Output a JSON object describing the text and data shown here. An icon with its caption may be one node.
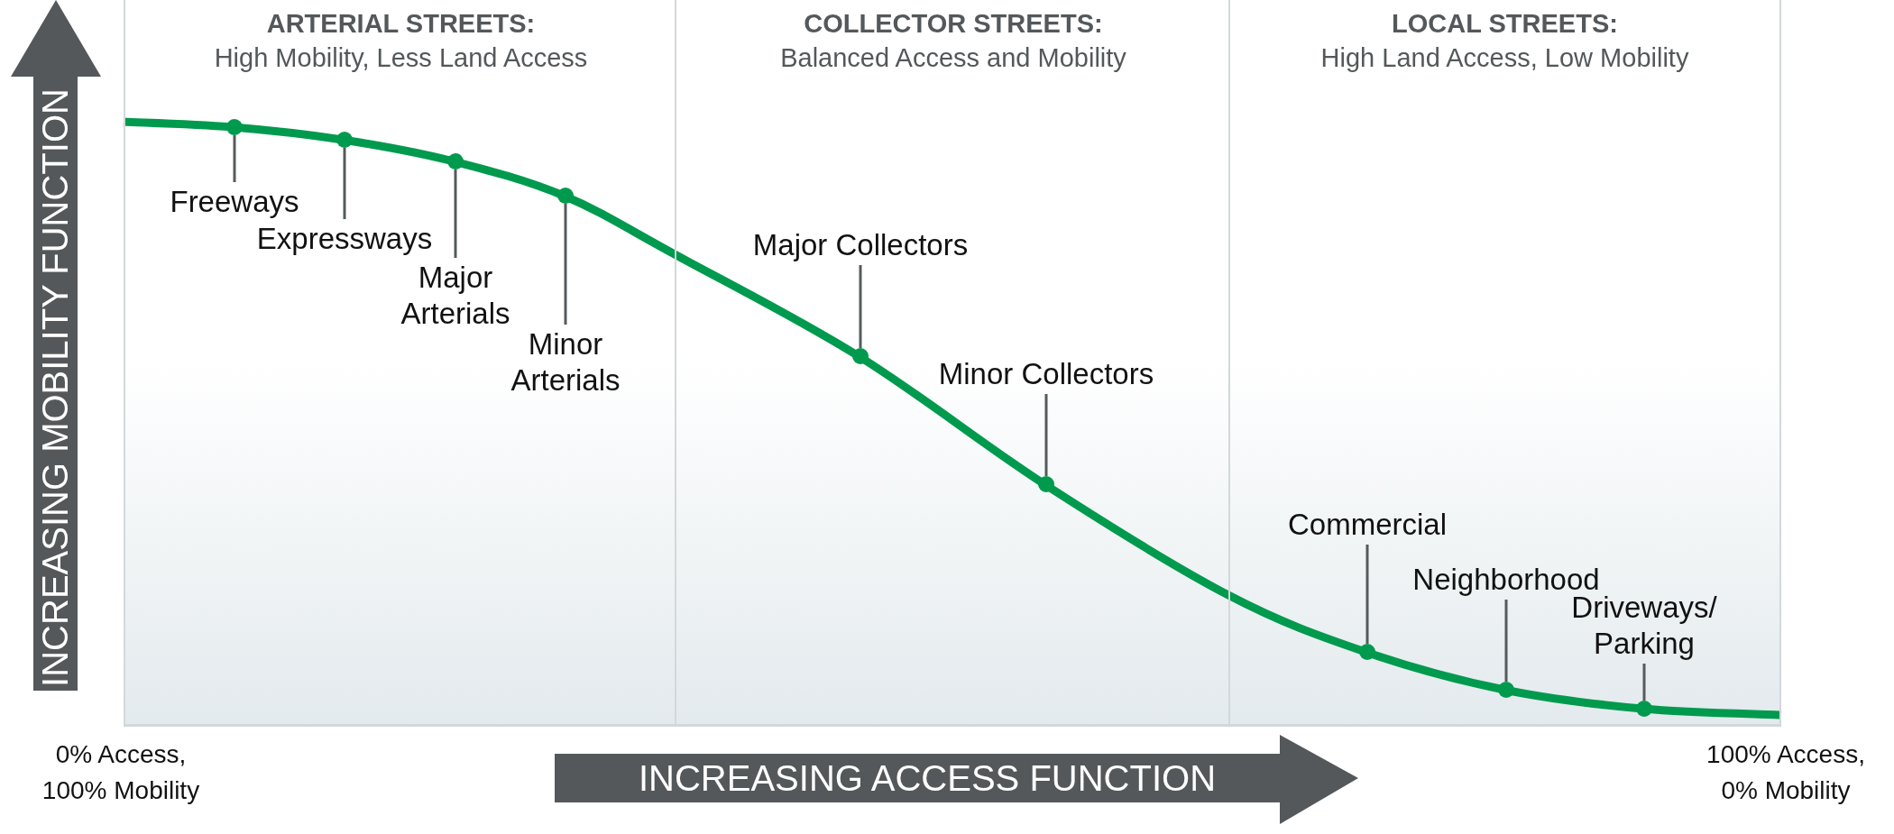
{
  "diagram": {
    "nodes": [
      {
        "text": [
          "ARTERIAL STREETS:",
          "High Mobility, Less Land Access"
        ]
      },
      {
        "text": [
          "Freeways"
        ],
        "in": 0
      },
      {
        "text": [],
        "shape": "circle",
        "in": 0
      },
      {
        "text": [
          "Expressways"
        ],
        "in": 0
      },
      {
        "text": [],
        "shape": "circle",
        "in": 0
      },
      {
        "text": [
          "Major Arterials"
        ],
        "in": 0
      },
      {
        "text": [],
        "shape": "circle",
        "in": 0
      },
      {
        "text": [
          "Minor Arterials"
        ],
        "in": 0
      },
      {
        "text": [],
        "shape": "circle",
        "in": 0
      },
      {
        "text": [
          "COLLECTOR STREETS:",
          "Balanced Access and Mobility"
        ]
      },
      {
        "text": [
          "Major Collectors"
        ],
        "in": 9
      },
      {
        "text": [],
        "shape": "circle",
        "in": 9
      },
      {
        "text": [
          "Minor Collectors"
        ],
        "in": 9
      },
      {
        "text": [],
        "shape": "circle",
        "in": 9
      },
      {
        "text": [
          "LOCAL STREETS:",
          "High Land Access, Low Mobility"
        ]
      },
      {
        "text": [
          "Commercial"
        ],
        "in": 14
      },
      {
        "text": [],
        "shape": "circle",
        "in": 14
      },
      {
        "text": [
          "Neighborhood"
        ],
        "in": 14
      },
      {
        "text": [],
        "shape": "circle",
        "in": 14
      },
      {
        "text": [
          "Driveways/ Parking"
        ],
        "in": 14
      },
      {
        "text": [],
        "shape": "circle",
        "in": 14
      }
    ],
    "edges": [
      {
        "from": 1,
        "to": 2,
        "arrow": "none"
      },
      {
        "from": 3,
        "to": 4,
        "arrow": "none"
      },
      {
        "from": 5,
        "to": 6,
        "arrow": "none"
      },
      {
        "from": 7,
        "to": 8,
        "arrow": "none"
      },
      {
        "from": 10,
        "to": 11,
        "arrow": "none"
      },
      {
        "from": 12,
        "to": 13,
        "arrow": "none"
      },
      {
        "from": 15,
        "to": 16,
        "arrow": "none"
      },
      {
        "from": 17,
        "to": 18,
        "arrow": "none"
      },
      {
        "from": 19,
        "to": 20,
        "arrow": "none"
      }
    ],
    "labels": [
      "INCREASING MOBILITY FUNCTION",
      "0% Access, 100% Mobility",
      "INCREASING ACCESS FUNCTION",
      "100% Access, 0% Mobility"
    ]
  }
}
